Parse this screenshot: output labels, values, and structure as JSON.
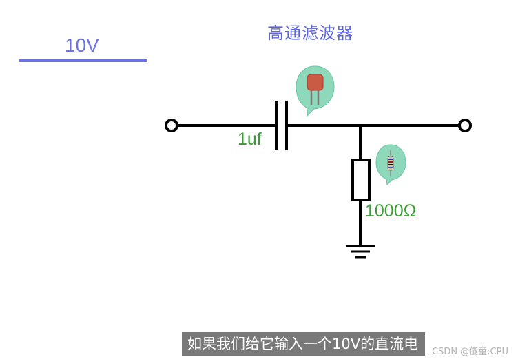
{
  "title": "高通滤波器",
  "input_signal": {
    "label": "10V",
    "color": "#6b72ea"
  },
  "components": {
    "capacitor": {
      "label": "1uf",
      "icon": "capacitor-icon"
    },
    "resistor": {
      "label": "1000Ω",
      "icon": "resistor-icon"
    },
    "ground": {
      "icon": "ground-icon"
    }
  },
  "subtitle": "如果我们给它输入一个10V的直流电",
  "watermark": "CSDN @傻童:CPU",
  "colors": {
    "wire": "#000000",
    "label_green": "#3a9d35",
    "bubble": "#8ed9bb",
    "title_blue": "#5d66e0"
  }
}
